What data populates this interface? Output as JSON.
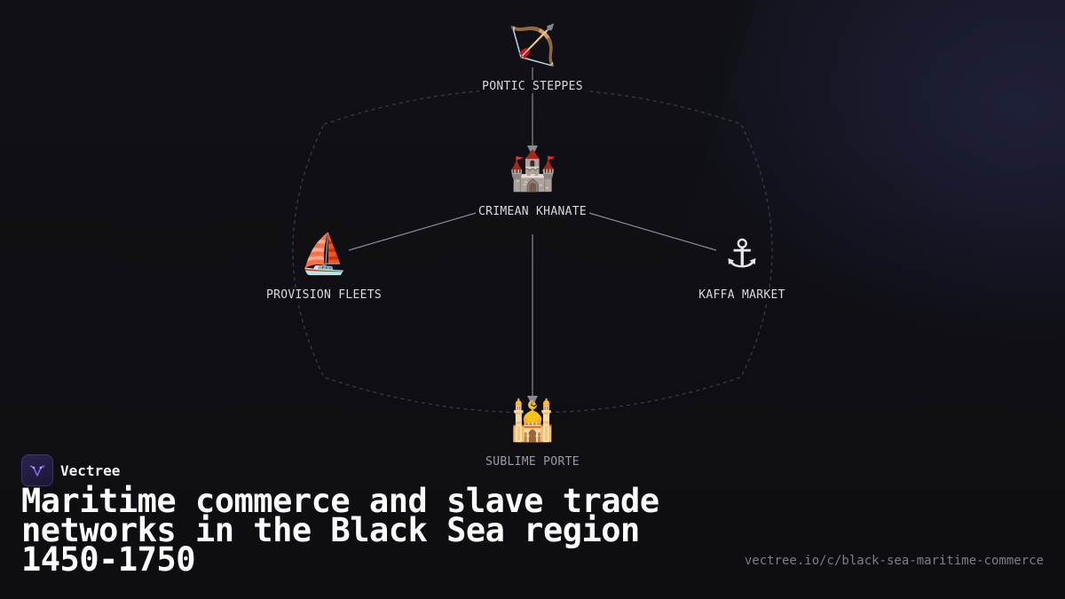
{
  "diagram": {
    "nodes": [
      {
        "id": "steppes",
        "emoji": "🏹",
        "icon": "bow-and-arrow-icon",
        "label": "PONTIC STEPPES"
      },
      {
        "id": "khanate",
        "emoji": "🏰",
        "icon": "castle-icon",
        "label": "CRIMEAN KHANATE"
      },
      {
        "id": "fleets",
        "emoji": "⛵",
        "icon": "sailboat-icon",
        "label": "PROVISION FLEETS"
      },
      {
        "id": "kaffa",
        "emoji": "⚓",
        "icon": "anchor-icon",
        "label": "KAFFA MARKET"
      },
      {
        "id": "porte",
        "emoji": "🕌",
        "icon": "mosque-icon",
        "label": "SUBLIME PORTE"
      }
    ],
    "edges": [
      {
        "from": "steppes",
        "to": "khanate",
        "arrow": true
      },
      {
        "from": "khanate",
        "to": "fleets",
        "arrow": false
      },
      {
        "from": "khanate",
        "to": "kaffa",
        "arrow": false
      },
      {
        "from": "khanate",
        "to": "porte",
        "arrow": true
      }
    ]
  },
  "brand": {
    "name": "Vectree",
    "icon": "vectree-logo-icon",
    "accent": "#8a5cf0"
  },
  "title": "Maritime commerce and slave trade networks in the Black Sea region 1450-1750",
  "url": "vectree.io/c/black-sea-maritime-commerce"
}
